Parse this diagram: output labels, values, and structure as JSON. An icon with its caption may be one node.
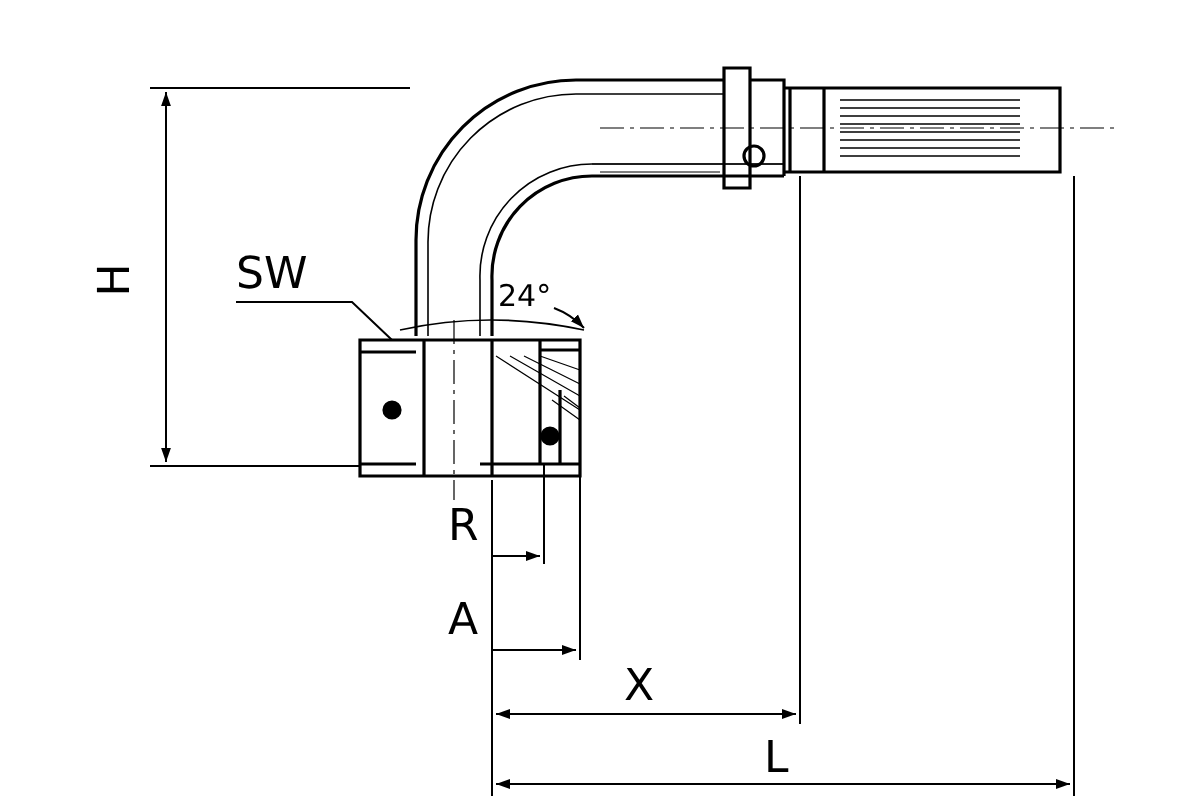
{
  "diagram": {
    "nodes": [
      {
        "text": [
          "SW"
        ]
      },
      {
        "text": [],
        "shape": "picture"
      }
    ],
    "edges": [
      {
        "from": 0,
        "to": 1,
        "arrow": "none"
      }
    ],
    "labels": [
      "H",
      "24°",
      "R",
      "A",
      "X",
      "L"
    ]
  }
}
